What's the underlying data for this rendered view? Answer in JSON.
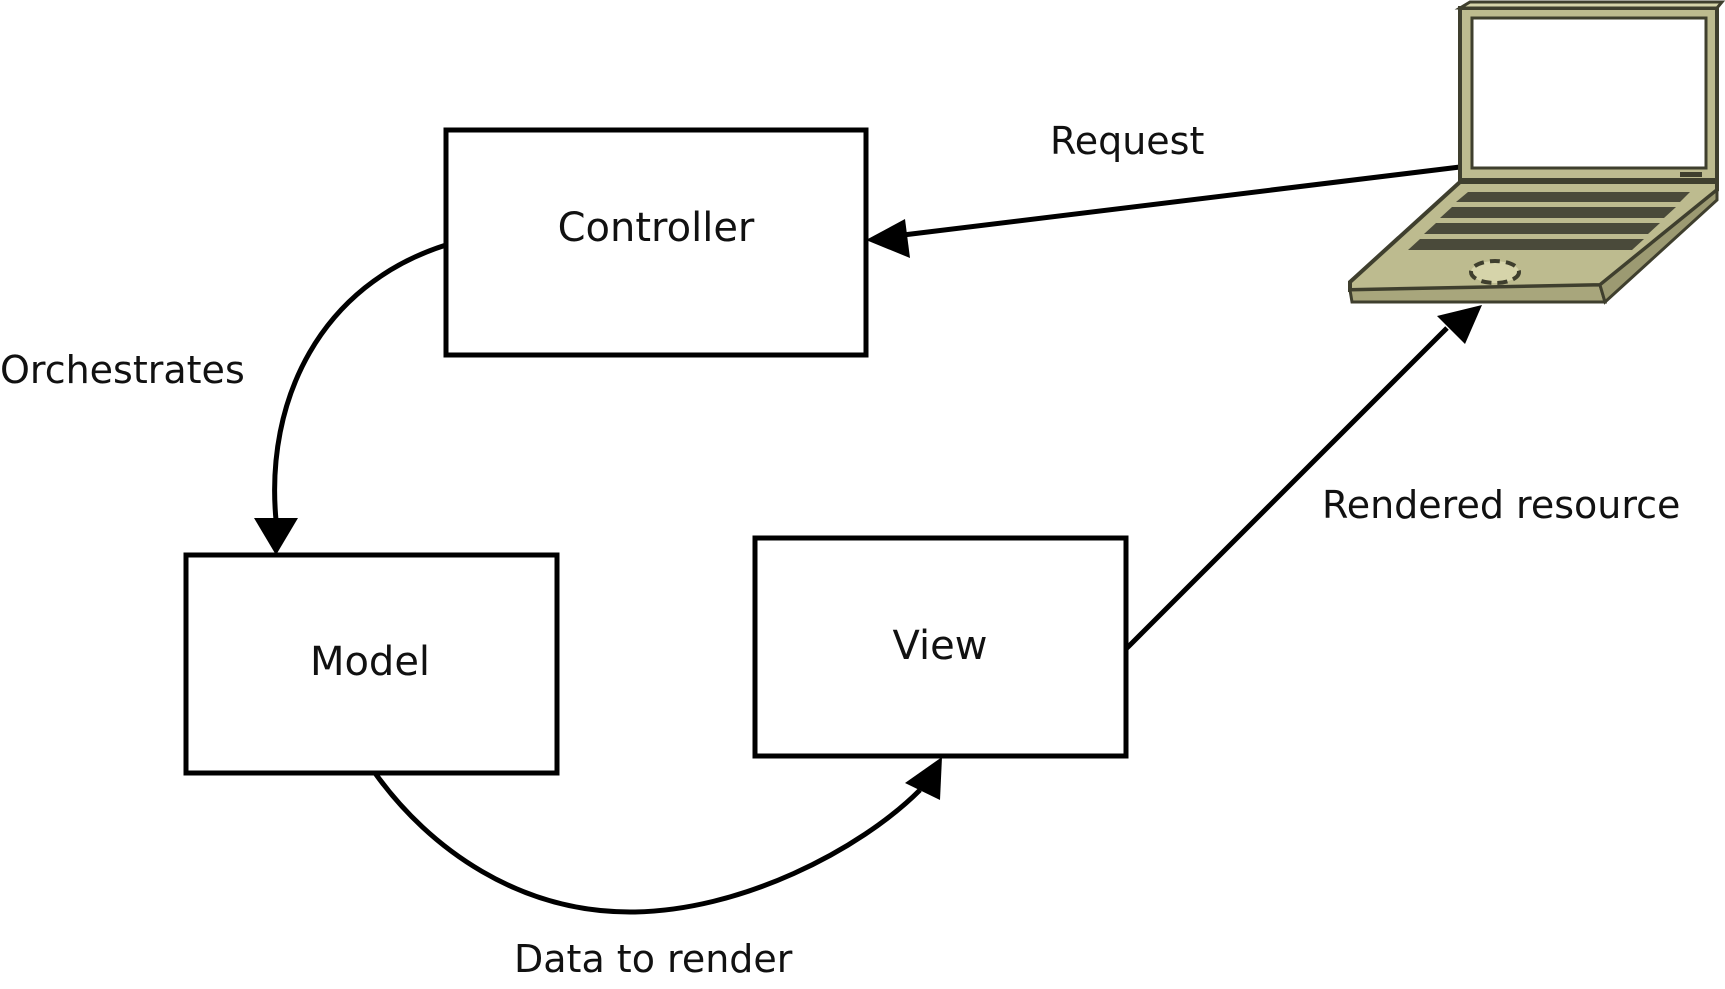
{
  "nodes": {
    "controller": "Controller",
    "model": "Model",
    "view": "View",
    "client": "laptop-icon"
  },
  "edges": {
    "request": "Request",
    "orchestrates": "Orchestrates",
    "data_to_render": "Data to render",
    "rendered_resource": "Rendered resource"
  },
  "colors": {
    "laptop_body": "#bdbb8f",
    "laptop_outline": "#3f3f2e",
    "laptop_screen": "#ffffff",
    "laptop_keys": "#4a4a3a",
    "line": "#000000"
  }
}
